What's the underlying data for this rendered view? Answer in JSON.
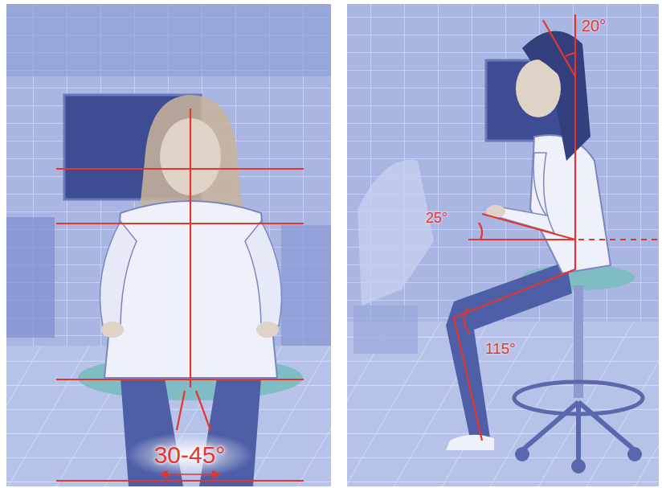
{
  "diagram": {
    "labels": [
      "30-45°",
      "20°",
      "25°",
      "115°"
    ]
  }
}
